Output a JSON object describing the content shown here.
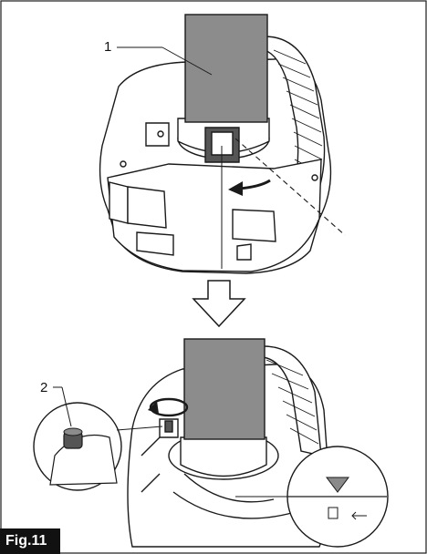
{
  "figure": {
    "label": "Fig.11",
    "callouts": [
      "1",
      "2"
    ]
  },
  "colors": {
    "line": "#1a1a1a",
    "tube": "#8c8c8c",
    "dark": "#555555",
    "marker": "#8a8a8a",
    "background": "#ffffff"
  }
}
